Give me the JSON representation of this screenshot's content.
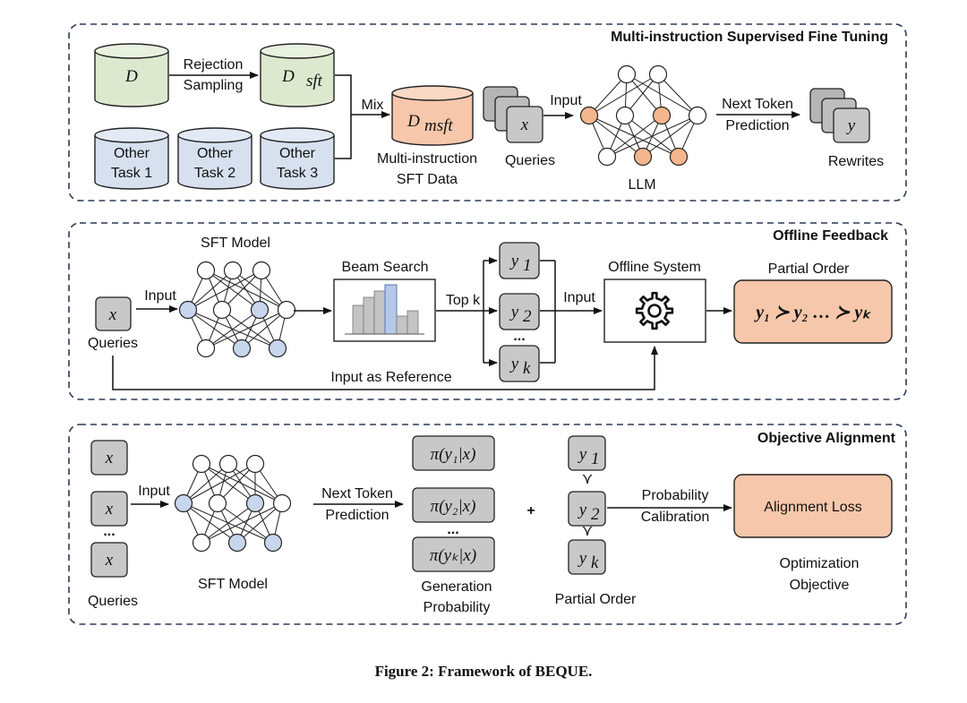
{
  "panels": {
    "top": {
      "title": "Multi-instruction Supervised Fine Tuning",
      "d_label": "D",
      "dsft_label": "D",
      "dsft_sub": "sft",
      "rejection_line1": "Rejection",
      "rejection_line2": "Sampling",
      "other1_line1": "Other",
      "other1_line2": "Task 1",
      "other2_line1": "Other",
      "other2_line2": "Task 2",
      "other3_line1": "Other",
      "other3_line2": "Task 3",
      "mix": "Mix",
      "dmsft_label": "D",
      "dmsft_sub": "msft",
      "msft_caption_line1": "Multi-instruction",
      "msft_caption_line2": "SFT Data",
      "query_symbol": "x",
      "queries": "Queries",
      "input": "Input",
      "llm": "LLM",
      "next_token_line1": "Next Token",
      "next_token_line2": "Prediction",
      "rewrite_symbol": "y",
      "rewrites": "Rewrites"
    },
    "middle": {
      "title": "Offline Feedback",
      "query_symbol": "x",
      "queries": "Queries",
      "input": "Input",
      "sft_model": "SFT Model",
      "beam_search": "Beam Search",
      "top_k": "Top k",
      "y1": "y",
      "y1_sub": "1",
      "y2": "y",
      "y2_sub": "2",
      "yk": "y",
      "yk_sub": "k",
      "ellipsis": "...",
      "input2": "Input",
      "offline_system": "Offline System",
      "partial_order": "Partial Order",
      "order_expr": "y₁ ≻ y₂ … ≻ yₖ",
      "input_as_reference": "Input as Reference"
    },
    "bottom": {
      "title": "Objective Alignment",
      "query_symbol": "x",
      "ellipsis": "...",
      "queries": "Queries",
      "input": "Input",
      "sft_model": "SFT Model",
      "next_token_line1": "Next Token",
      "next_token_line2": "Prediction",
      "prob1": "π(y₁|x)",
      "prob2": "π(y₂|x)",
      "probk": "π(yₖ|x)",
      "gen_prob_line1": "Generation",
      "gen_prob_line2": "Probability",
      "plus": "+",
      "y1": "y",
      "y1_sub": "1",
      "y2": "y",
      "y2_sub": "2",
      "yk": "y",
      "yk_sub": "k",
      "succ": "≻",
      "partial_order": "Partial Order",
      "calib_line1": "Probability",
      "calib_line2": "Calibration",
      "alignment_loss": "Alignment Loss",
      "objective_line1": "Optimization",
      "objective_line2": "Objective"
    }
  },
  "caption": "Figure 2: Framework of BEQUE.",
  "colors": {
    "green": "#dde9cf",
    "blue": "#d6e0ef",
    "orange": "#f6c7ab",
    "gray": "#c8c8c8",
    "node_blue": "#c7d6ec",
    "node_orange": "#f3b68d",
    "dash": "#2b3a55"
  }
}
